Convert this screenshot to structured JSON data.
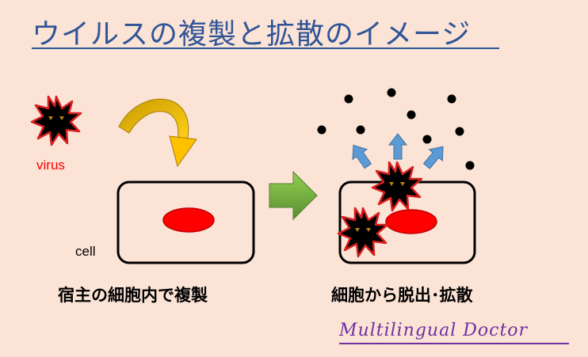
{
  "title": "ウイルスの複製と拡散のイメージ",
  "labels": {
    "virus": "virus",
    "cell": "cell"
  },
  "captions": {
    "left": "宿主の細胞内で複製",
    "right": "細胞から脱出･拡散"
  },
  "signature": "Multilingual Doctor",
  "colors": {
    "background": "#fbe3d6",
    "title": "#2f5597",
    "nucleus": "#ff0000",
    "virus_outline": "#c00000",
    "virus_fill": "#000000",
    "curved_arrow": "#f5b800",
    "green_arrow": "#70ad47",
    "blue_arrows": "#5b9bd5",
    "signature": "#7030a0"
  },
  "icons": [
    "virus-icon",
    "curved-arrow-icon",
    "right-arrow-icon",
    "up-arrow-icon",
    "virus-particle"
  ]
}
